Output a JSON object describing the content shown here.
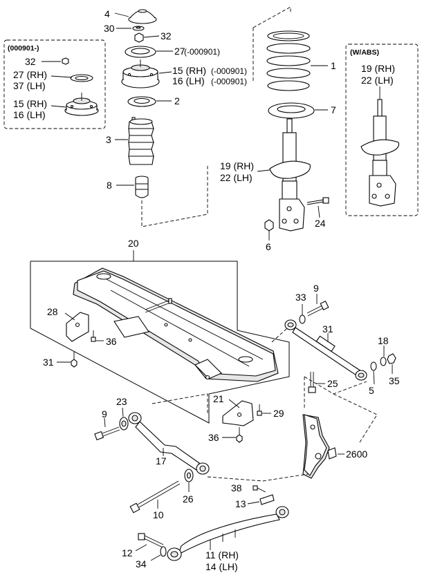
{
  "callouts": [
    {
      "id": "c4",
      "text": "4"
    },
    {
      "id": "c30",
      "text": "30"
    },
    {
      "id": "c32a",
      "text": "32"
    },
    {
      "id": "c27a",
      "text": "27"
    },
    {
      "id": "c27a_note",
      "text": "(-000901)"
    },
    {
      "id": "c15a",
      "text": "15 (RH)"
    },
    {
      "id": "c15a_note",
      "text": "(-000901)"
    },
    {
      "id": "c16a",
      "text": "16 (LH)"
    },
    {
      "id": "c16a_note",
      "text": "(-000901)"
    },
    {
      "id": "c2",
      "text": "2"
    },
    {
      "id": "c3",
      "text": "3"
    },
    {
      "id": "c8",
      "text": "8"
    },
    {
      "id": "c1",
      "text": "1"
    },
    {
      "id": "c7",
      "text": "7"
    },
    {
      "id": "c19a",
      "text": "19 (RH)"
    },
    {
      "id": "c22a",
      "text": "22 (LH)"
    },
    {
      "id": "c24",
      "text": "24"
    },
    {
      "id": "c6",
      "text": "6"
    },
    {
      "id": "c20",
      "text": "20"
    },
    {
      "id": "c28",
      "text": "28"
    },
    {
      "id": "c36a",
      "text": "36"
    },
    {
      "id": "c31a",
      "text": "31"
    },
    {
      "id": "c33",
      "text": "33"
    },
    {
      "id": "c9a",
      "text": "9"
    },
    {
      "id": "c18",
      "text": "18"
    },
    {
      "id": "c35",
      "text": "35"
    },
    {
      "id": "c5",
      "text": "5"
    },
    {
      "id": "c25",
      "text": "25"
    },
    {
      "id": "c21",
      "text": "21"
    },
    {
      "id": "c29",
      "text": "29"
    },
    {
      "id": "c36b",
      "text": "36"
    },
    {
      "id": "c31b",
      "text": "31"
    },
    {
      "id": "c23",
      "text": "23"
    },
    {
      "id": "c9b",
      "text": "9"
    },
    {
      "id": "c17",
      "text": "17"
    },
    {
      "id": "c2600",
      "text": "2600"
    },
    {
      "id": "c26",
      "text": "26"
    },
    {
      "id": "c38",
      "text": "38"
    },
    {
      "id": "c13",
      "text": "13"
    },
    {
      "id": "c10",
      "text": "10"
    },
    {
      "id": "c12",
      "text": "12"
    },
    {
      "id": "c34",
      "text": "34"
    },
    {
      "id": "c11",
      "text": "11 (RH)"
    },
    {
      "id": "c14",
      "text": "14 (LH)"
    }
  ],
  "inset_left": {
    "title": "(000901-)",
    "labels": [
      {
        "id": "i32",
        "text": "32"
      },
      {
        "id": "i27",
        "text": "27 (RH)"
      },
      {
        "id": "i37",
        "text": "37 (LH)"
      },
      {
        "id": "i15",
        "text": "15 (RH)"
      },
      {
        "id": "i16",
        "text": "16 (LH)"
      }
    ]
  },
  "inset_right": {
    "title": "(W/ABS)",
    "labels": [
      {
        "id": "r19",
        "text": "19 (RH)"
      },
      {
        "id": "r22",
        "text": "22 (LH)"
      }
    ]
  },
  "colors": {
    "line": "#000000",
    "shade": "#e6e6e6",
    "background": "#ffffff"
  }
}
